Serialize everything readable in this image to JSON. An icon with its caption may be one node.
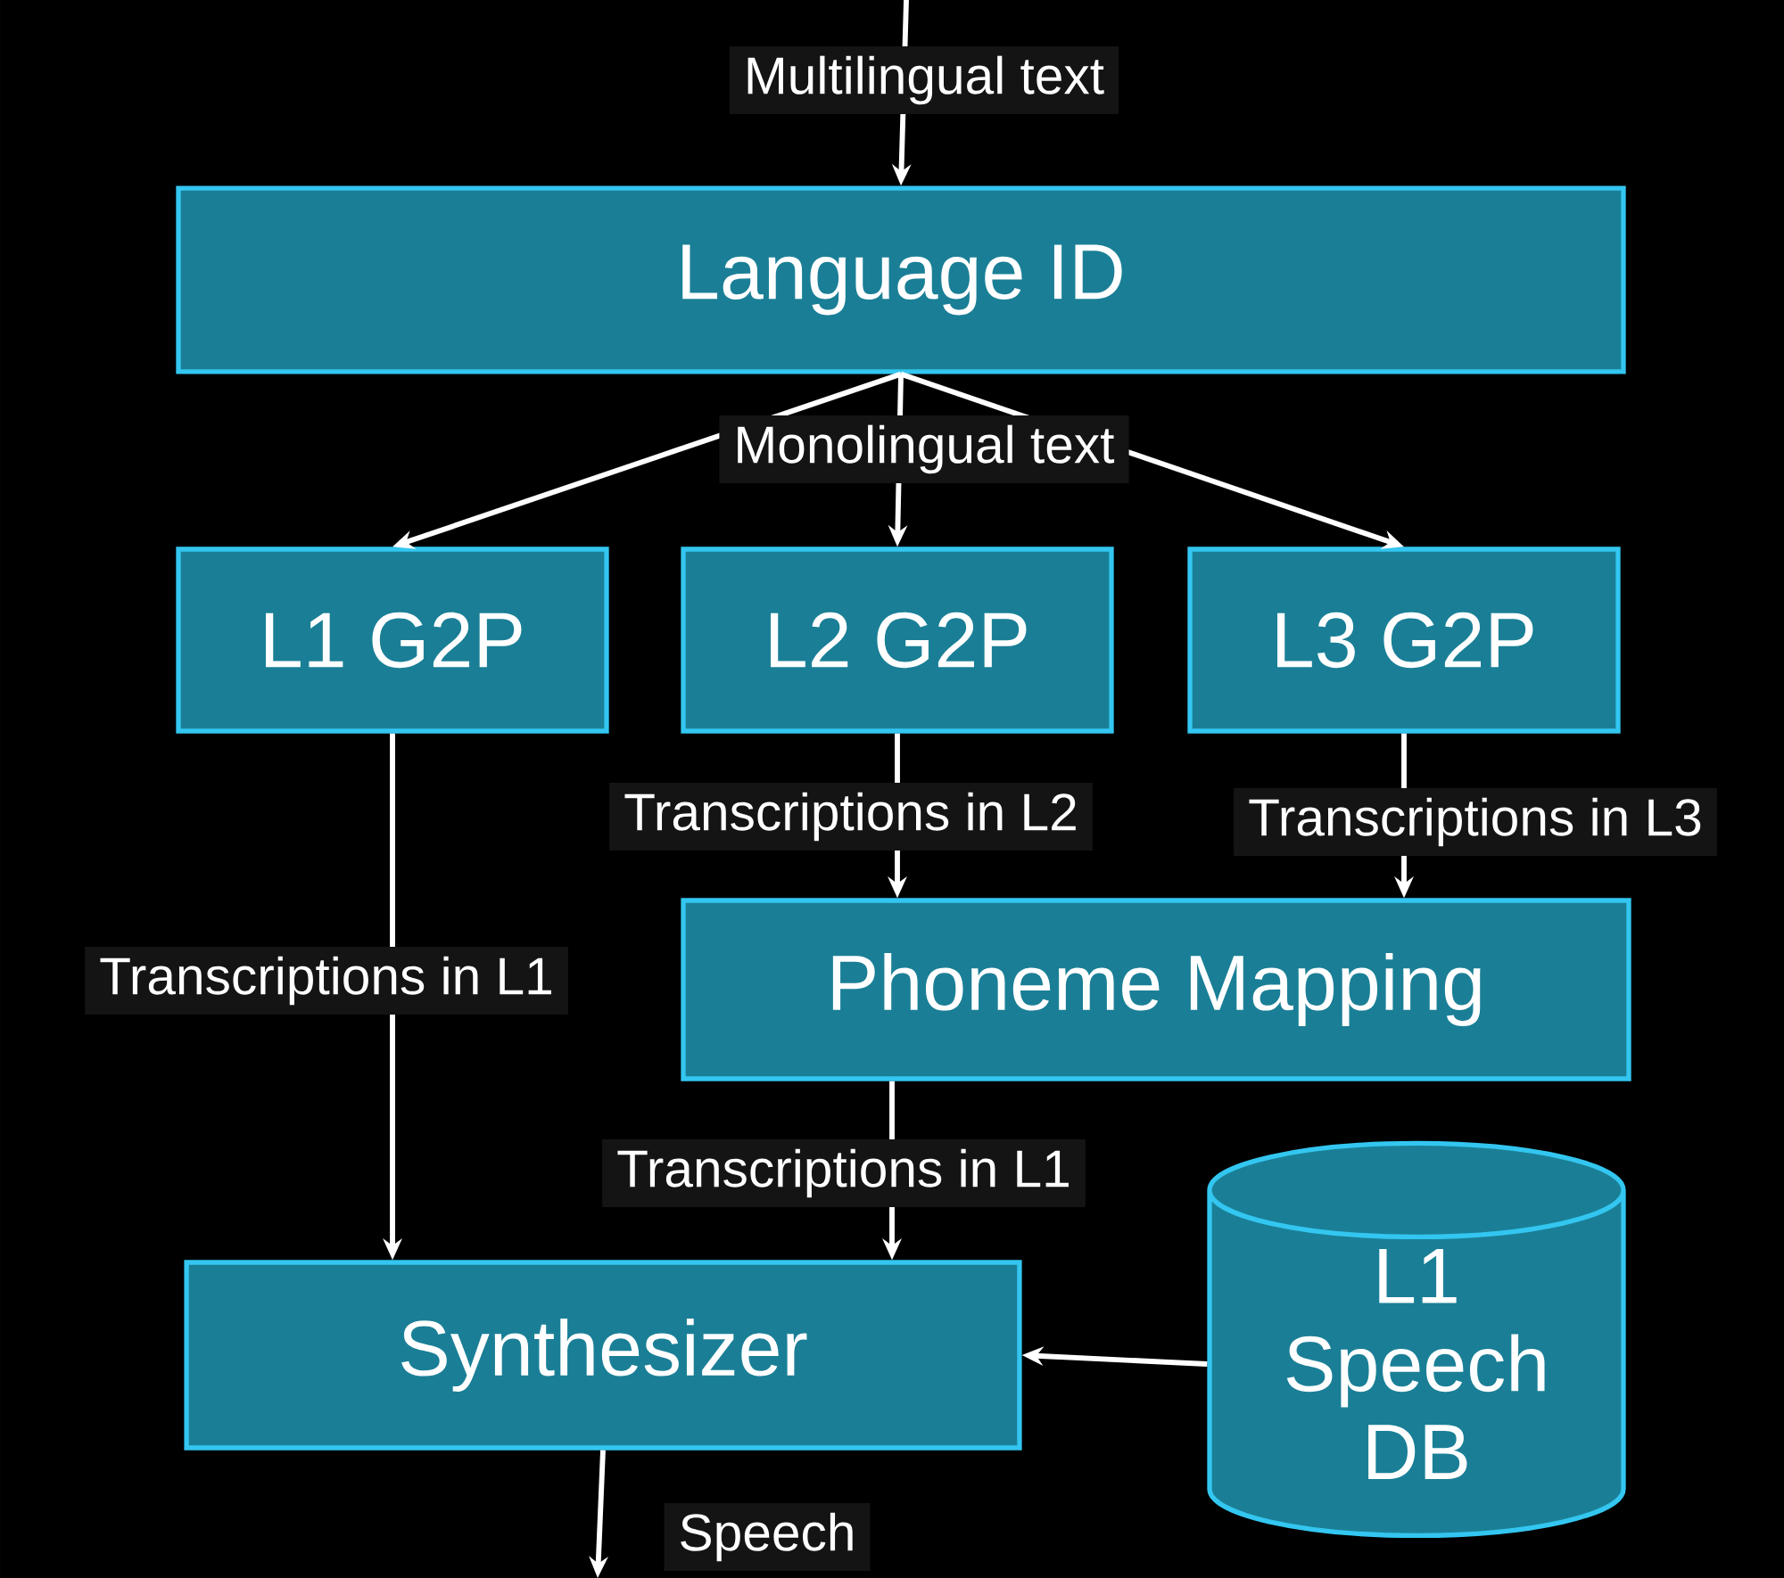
{
  "diagram": {
    "nodes": [
      {
        "text": [
          "Language ID"
        ]
      },
      {
        "text": [
          "L1 G2P"
        ]
      },
      {
        "text": [
          "L2 G2P"
        ]
      },
      {
        "text": [
          "L3 G2P"
        ]
      },
      {
        "text": [
          "Phoneme  Mapping"
        ]
      },
      {
        "text": [
          "Synthesizer"
        ]
      },
      {
        "text": [
          "L1 Speech DB"
        ]
      }
    ],
    "edges": [
      {
        "from": null,
        "to": 0,
        "arrow": "to",
        "label": "Multilingual text"
      },
      {
        "from": 0,
        "to": 1,
        "arrow": "to"
      },
      {
        "from": 0,
        "to": 2,
        "arrow": "to",
        "label": "Monolingual text"
      },
      {
        "from": 0,
        "to": 3,
        "arrow": "to"
      },
      {
        "from": 1,
        "to": 5,
        "arrow": "to",
        "label": "Transcriptions in L1"
      },
      {
        "from": 2,
        "to": 4,
        "arrow": "to",
        "label": "Transcriptions in L2"
      },
      {
        "from": 3,
        "to": 4,
        "arrow": "to",
        "label": "Transcriptions in L3"
      },
      {
        "from": 4,
        "to": 5,
        "arrow": "to",
        "label": "Transcriptions in L1"
      },
      {
        "from": 6,
        "to": 5,
        "arrow": "to"
      },
      {
        "from": 5,
        "to": null,
        "arrow": "to",
        "label": "Speech"
      }
    ]
  }
}
